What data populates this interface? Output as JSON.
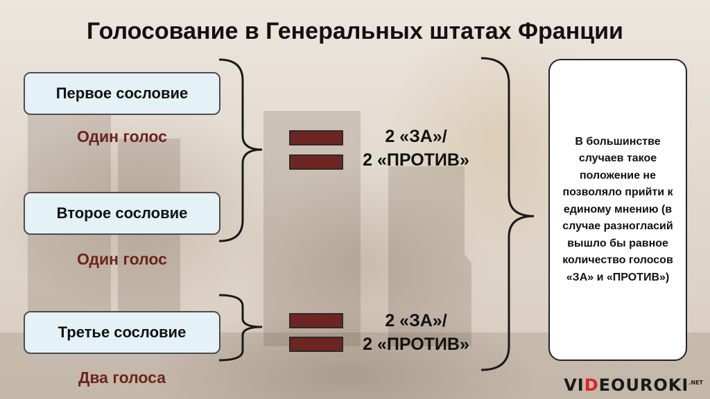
{
  "title": "Голосование в Генеральных штатах Франции",
  "estates": [
    {
      "name": "Первое сословие",
      "votes": "Один голос"
    },
    {
      "name": "Второе сословие",
      "votes": "Один голос"
    },
    {
      "name": "Третье сословие",
      "votes": "Два голоса"
    }
  ],
  "results": [
    {
      "line1": "2 «ЗА»/",
      "line2": "2 «ПРОТИВ»"
    },
    {
      "line1": "2 «ЗА»/",
      "line2": "2 «ПРОТИВ»"
    }
  ],
  "note": "В большинстве случаев такое положение не позволяло прийти к единому мнению (в случае разногласий вышло бы равное количество голосов «ЗА» и «ПРОТИВ»)",
  "logo": {
    "prefix": "VI",
    "accent": "D",
    "suffix": "EOUROKI",
    "tld": ".NET"
  },
  "colors": {
    "box_fill": "#e4f1f6",
    "vote_text": "#6b2420",
    "bar_fill": "#6e2522"
  }
}
